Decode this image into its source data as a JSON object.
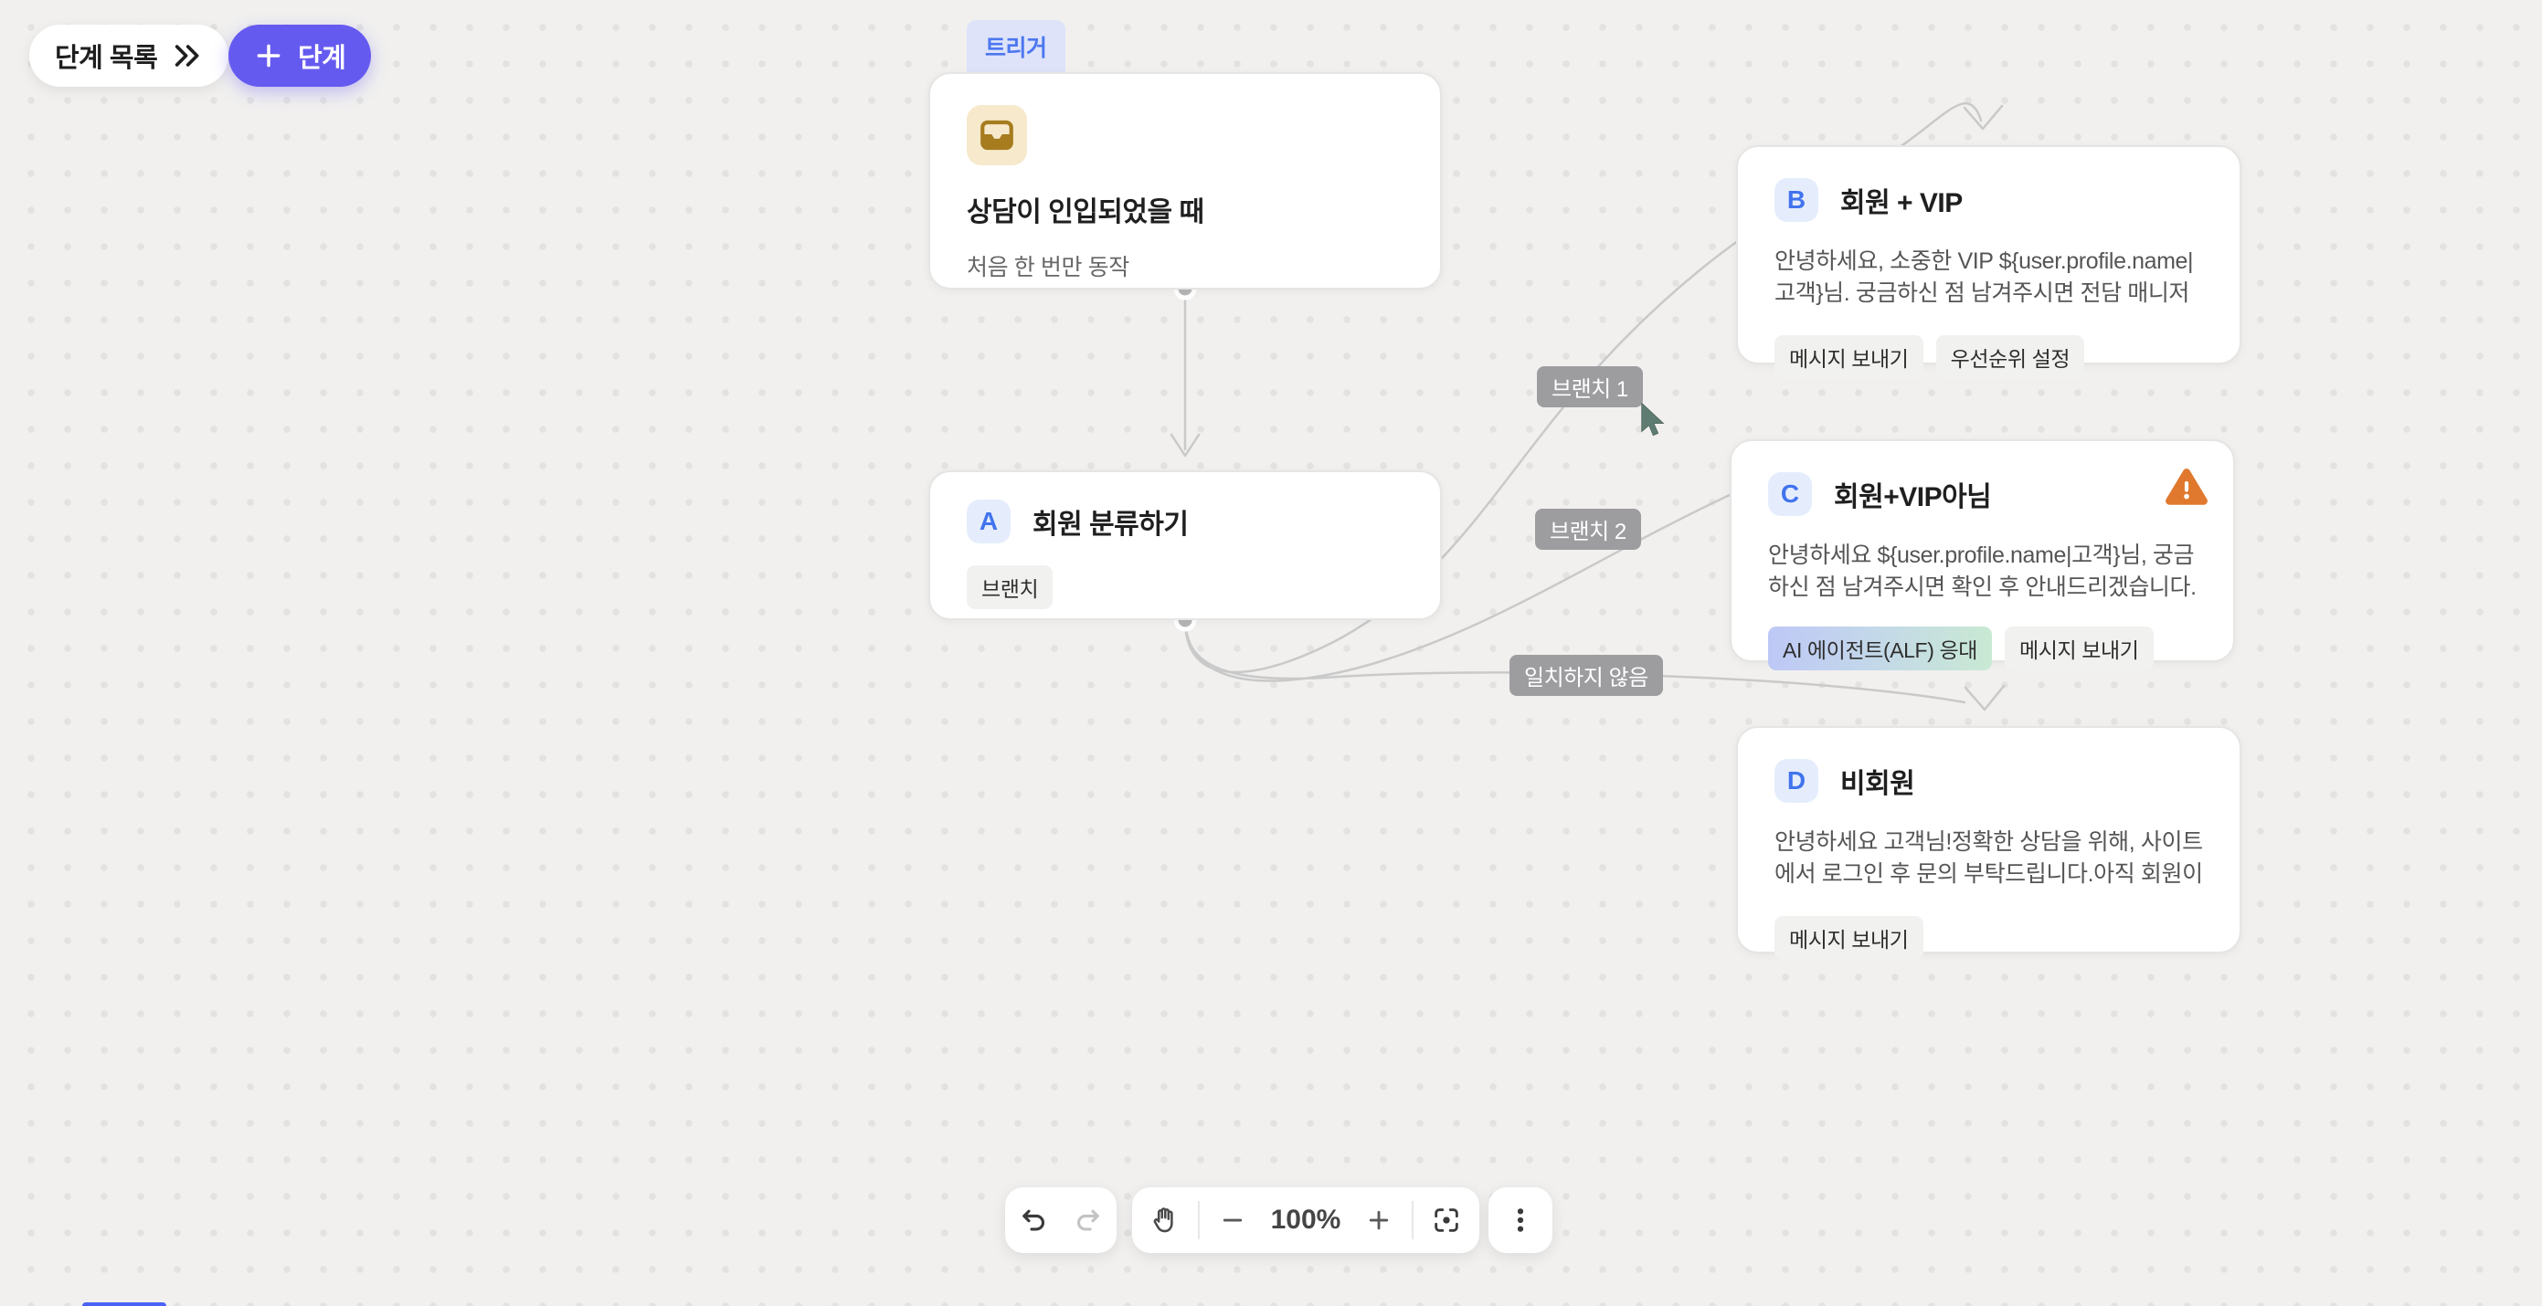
{
  "top_bar": {
    "step_list_label": "단계 목록",
    "add_step_label": "단계"
  },
  "trigger": {
    "badge": "트리거",
    "title": "상담이 인입되었을 때",
    "subtitle": "처음 한 번만 동작"
  },
  "nodes": [
    {
      "letter": "A",
      "title": "회원 분류하기",
      "body": "",
      "tags": [
        "브랜치"
      ],
      "warning": false
    },
    {
      "letter": "B",
      "title": "회원 + VIP",
      "body": "안녕하세요, 소중한 VIP ${user.profile.name|고객}님. 궁금하신 점 남겨주시면 전담 매니저가 확...",
      "tags": [
        "메시지 보내기",
        "우선순위 설정"
      ],
      "warning": false
    },
    {
      "letter": "C",
      "title": "회원+VIP아님",
      "body": "안녕하세요 ${user.profile.name|고객}님, 궁금하신 점 남겨주시면 확인 후 안내드리겠습니다.",
      "tags": [
        "AI 에이전트(ALF) 응대",
        "메시지 보내기"
      ],
      "warning": true
    },
    {
      "letter": "D",
      "title": "비회원",
      "body": "안녕하세요 고객님!정확한 상담을 위해, 사이트에서 로그인 후 문의 부탁드립니다.아직 회원이 아...",
      "tags": [
        "메시지 보내기"
      ],
      "warning": false
    }
  ],
  "edge_labels": [
    "브랜치 1",
    "브랜치 2",
    "일치하지 않음"
  ],
  "toolbar": {
    "zoom_value": "100%"
  },
  "colors": {
    "accent_purple": "#655AF0",
    "badge_blue_text": "#4173EE",
    "badge_blue_bg": "#E5EDFC",
    "trigger_badge_bg": "#DEE3F9",
    "trigger_badge_text": "#4C77F0",
    "trigger_icon_bg": "#F6E9CC",
    "trigger_icon_fg": "#A67C1E",
    "warning_orange": "#E0782D",
    "edge_gray": "#C9C9C9",
    "edge_label_bg": "#9D9DA0",
    "canvas_bg": "#F1F0EF",
    "cursor_green": "#5E7C72"
  }
}
